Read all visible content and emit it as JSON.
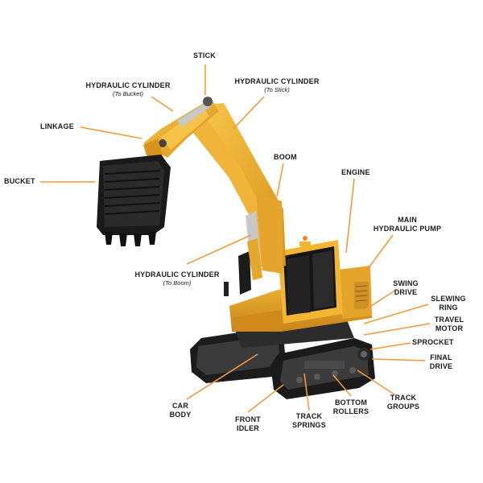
{
  "diagram": {
    "leader_color": "#f39a3c",
    "machine_color": "#f2b632",
    "labels": {
      "stick": "STICK",
      "hc_bucket": "HYDRAULIC CYLINDER",
      "hc_bucket_sub": "(To Bucket)",
      "hc_stick": "HYDRAULIC CYLINDER",
      "hc_stick_sub": "(To Stick)",
      "linkage": "LINKAGE",
      "bucket": "BUCKET",
      "boom": "BOOM",
      "engine": "ENGINE",
      "main_pump_1": "MAIN",
      "main_pump_2": "HYDRAULIC PUMP",
      "hc_boom": "HYDRAULIC CYLINDER",
      "hc_boom_sub": "(To Boom)",
      "swing_1": "SWING",
      "swing_2": "DRIVE",
      "slewing_1": "SLEWING",
      "slewing_2": "RING",
      "travel_1": "TRAVEL",
      "travel_2": "MOTOR",
      "sprocket": "SPROCKET",
      "final_1": "FINAL",
      "final_2": "DRIVE",
      "car_1": "CAR",
      "car_2": "BODY",
      "front_1": "FRONT",
      "front_2": "IDLER",
      "springs_1": "TRACK",
      "springs_2": "SPRINGS",
      "rollers_1": "BOTTOM",
      "rollers_2": "ROLLERS",
      "groups_1": "TRACK",
      "groups_2": "GROUPS"
    }
  }
}
